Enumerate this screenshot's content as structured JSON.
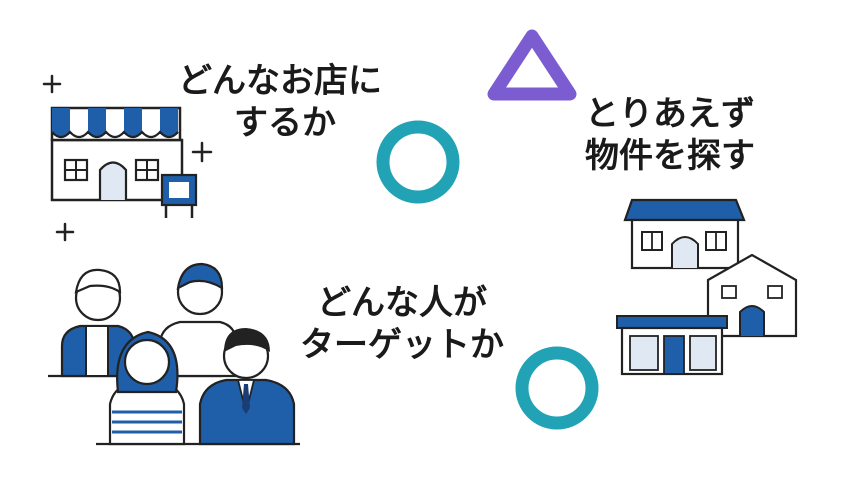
{
  "labels": {
    "store_line1": "どんなお店に",
    "store_line2": "するか",
    "property_line1": "とりあえず",
    "property_line2": "物件を探す",
    "target_line1": "どんな人が",
    "target_line2": "ターゲットか"
  },
  "colors": {
    "navy": "#1f5ea8",
    "teal": "#22a3b5",
    "purple": "#7b5cd1",
    "outline": "#222222"
  },
  "icons": [
    "storefront-icon",
    "buildings-icon",
    "people-group-icon",
    "circle-shape",
    "triangle-shape",
    "sparkle-icon"
  ]
}
